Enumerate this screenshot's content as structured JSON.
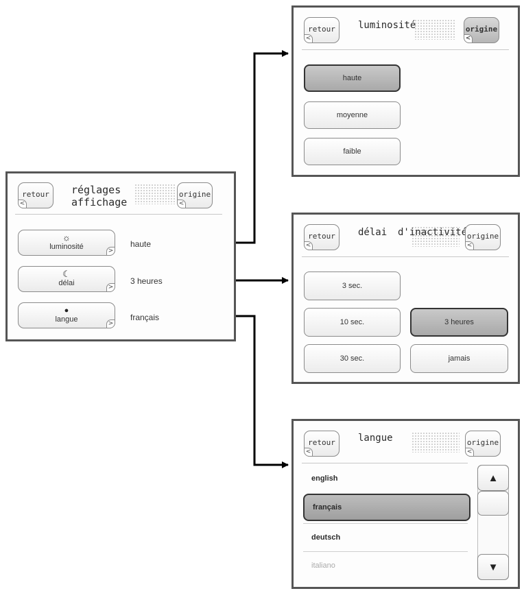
{
  "main": {
    "back": "retour",
    "reset": "origine",
    "title_line1": "réglages",
    "title_line2": "affichage",
    "rows": [
      {
        "label": "luminosité",
        "value": "haute",
        "icon": "sun-icon"
      },
      {
        "label": "délai",
        "value": "3 heures",
        "icon": "moon-icon"
      },
      {
        "label": "langue",
        "value": "français",
        "icon": "speech-bubble-icon"
      }
    ]
  },
  "brightness": {
    "back": "retour",
    "reset": "origine",
    "title": "luminosité",
    "options": [
      "haute",
      "moyenne",
      "faible"
    ],
    "selected": "haute"
  },
  "timeout": {
    "back": "retour",
    "reset": "origine",
    "title_part1": "délai",
    "title_part2": "d'inactivité",
    "options": [
      "3 sec.",
      "10 sec.",
      "3 heures",
      "30 sec.",
      "jamais"
    ],
    "selected": "3 heures"
  },
  "language": {
    "back": "retour",
    "reset": "origine",
    "title": "langue",
    "options": [
      "english",
      "français",
      "deutsch",
      "italiano"
    ],
    "selected": "français"
  },
  "glyphs": {
    "back_corner": "<",
    "next_corner": ">",
    "scroll_up": "▲",
    "scroll_down": "▼",
    "sun": "☼",
    "moon": "☾",
    "bubble": "●"
  },
  "colors": {
    "frame": "#555555",
    "selected": "#b5b5b5",
    "arrow": "#000000"
  }
}
